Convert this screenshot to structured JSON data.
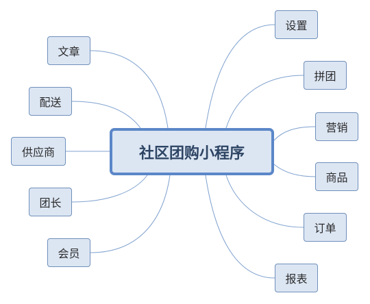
{
  "diagram": {
    "center": {
      "label": "社区团购小程序"
    },
    "left_nodes": [
      {
        "id": "wenzhang",
        "label": "文章"
      },
      {
        "id": "peisong",
        "label": "配送"
      },
      {
        "id": "gongying",
        "label": "供应商"
      },
      {
        "id": "tuanzhang",
        "label": "团长"
      },
      {
        "id": "huiyuan",
        "label": "会员"
      }
    ],
    "right_nodes": [
      {
        "id": "shezhi",
        "label": "设置"
      },
      {
        "id": "pintuan",
        "label": "拼团"
      },
      {
        "id": "yingxiao",
        "label": "营销"
      },
      {
        "id": "shangpin",
        "label": "商品"
      },
      {
        "id": "dingdan",
        "label": "订单"
      },
      {
        "id": "baobiao",
        "label": "报表"
      }
    ],
    "colors": {
      "node_fill": "#dce6f3",
      "node_border": "#6f8fba",
      "center_border": "#5b87c8",
      "center_text": "#2d4463",
      "link_stroke": "#7fa1cf"
    }
  }
}
